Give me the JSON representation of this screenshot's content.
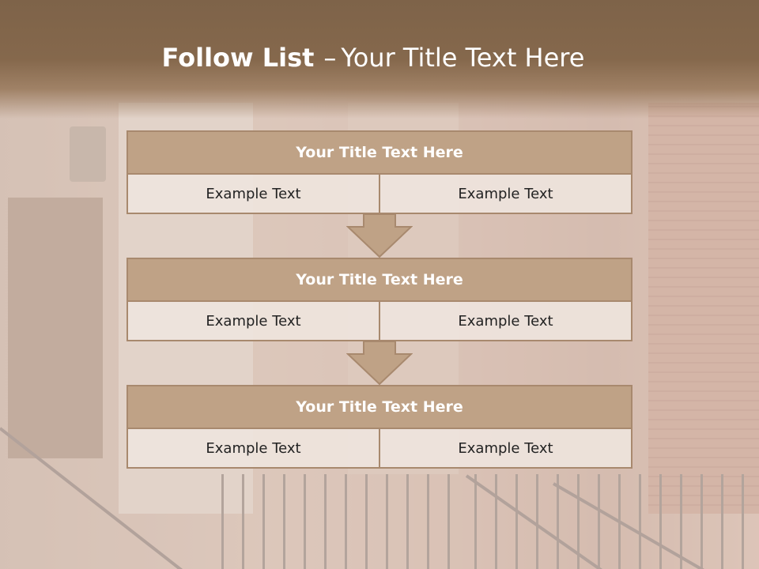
{
  "slide": {
    "title_bold": "Follow List",
    "title_dash": "–",
    "title_rest": "Your Title Text Here"
  },
  "blocks": [
    {
      "title": "Your Title Text Here",
      "left": "Example Text",
      "right": "Example Text"
    },
    {
      "title": "Your Title Text Here",
      "left": "Example Text",
      "right": "Example Text"
    },
    {
      "title": "Your Title Text Here",
      "left": "Example Text",
      "right": "Example Text"
    }
  ],
  "colors": {
    "header": "#7e6349",
    "block_head": "#bfa286",
    "block_border": "#a8896e",
    "arrow": "#bfa286"
  },
  "icons": [
    "down-arrow-icon"
  ]
}
